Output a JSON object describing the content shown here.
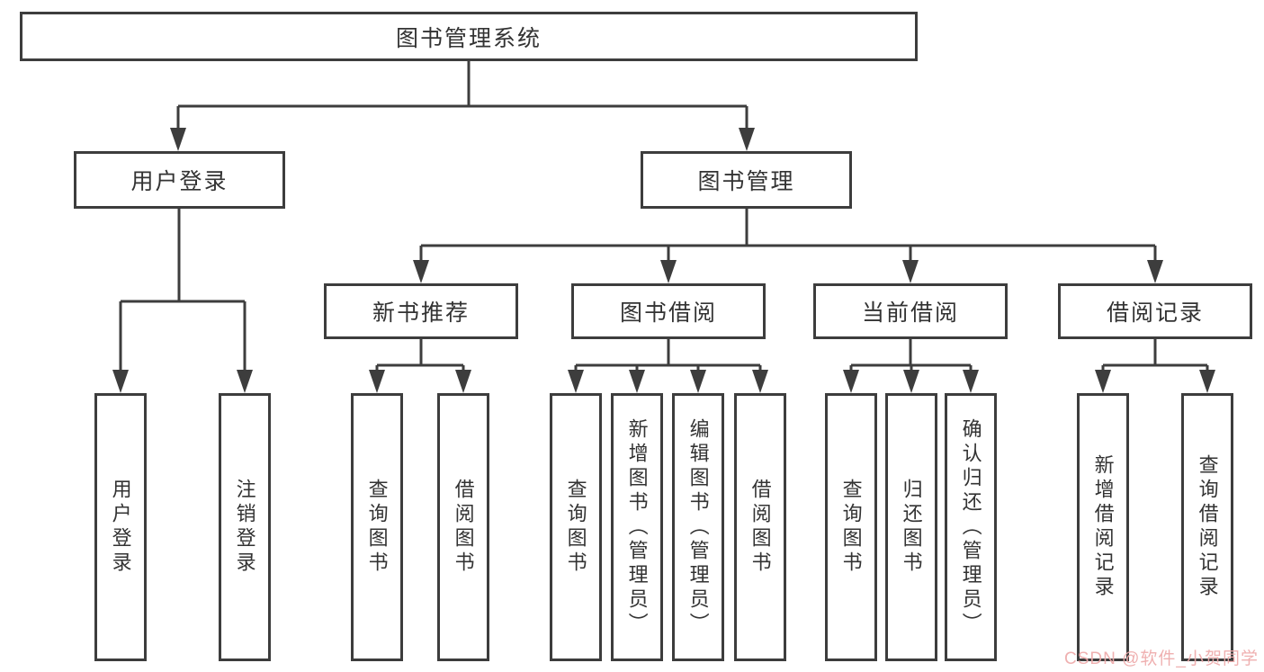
{
  "tree": {
    "root": {
      "label": "图书管理系统",
      "children": [
        {
          "label": "用户登录",
          "children": [
            {
              "label": "用户登录"
            },
            {
              "label": "注销登录"
            }
          ]
        },
        {
          "label": "图书管理",
          "children": [
            {
              "label": "新书推荐",
              "children": [
                {
                  "label": "查询图书"
                },
                {
                  "label": "借阅图书"
                }
              ]
            },
            {
              "label": "图书借阅",
              "children": [
                {
                  "label": "查询图书"
                },
                {
                  "label": "新增图书（管理员）"
                },
                {
                  "label": "编辑图书（管理员）"
                },
                {
                  "label": "借阅图书"
                }
              ]
            },
            {
              "label": "当前借阅",
              "children": [
                {
                  "label": "查询图书"
                },
                {
                  "label": "归还图书"
                },
                {
                  "label": "确认归还（管理员）"
                }
              ]
            },
            {
              "label": "借阅记录",
              "children": [
                {
                  "label": "新增借阅记录"
                },
                {
                  "label": "查询借阅记录"
                }
              ]
            }
          ]
        }
      ]
    }
  },
  "watermark": {
    "text": "CSDN @软件_小贺同学",
    "color": "#eeaaaa"
  },
  "colors": {
    "line": "#3d3d3d",
    "box_border": "#3d3d3d",
    "text": "#333333",
    "background": "#ffffff"
  }
}
